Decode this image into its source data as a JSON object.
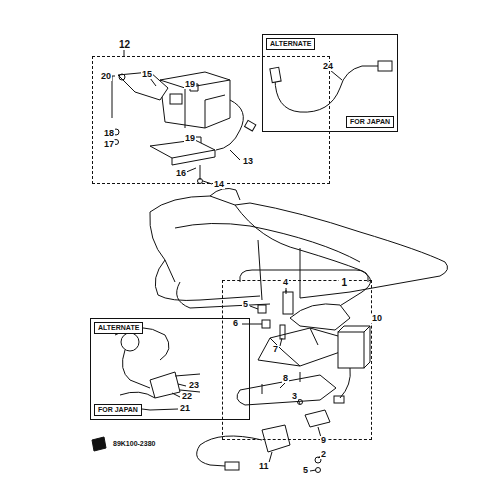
{
  "diagram": {
    "nodes": [
      {
        "text": [
          "12"
        ]
      },
      {
        "text": [
          "ALTERNATE",
          "FOR JAPAN"
        ]
      },
      {
        "text": [
          "1"
        ]
      },
      {
        "text": [
          "ALTERNATE",
          "FOR JAPAN"
        ]
      }
    ],
    "labels": [
      "20",
      "15",
      "19",
      "19",
      "18",
      "17",
      "16",
      "13",
      "14",
      "24",
      "4",
      "5",
      "6",
      "7",
      "3",
      "8",
      "10",
      "9",
      "2",
      "11",
      "5",
      "23",
      "22",
      "21",
      "89K100-2380"
    ]
  }
}
